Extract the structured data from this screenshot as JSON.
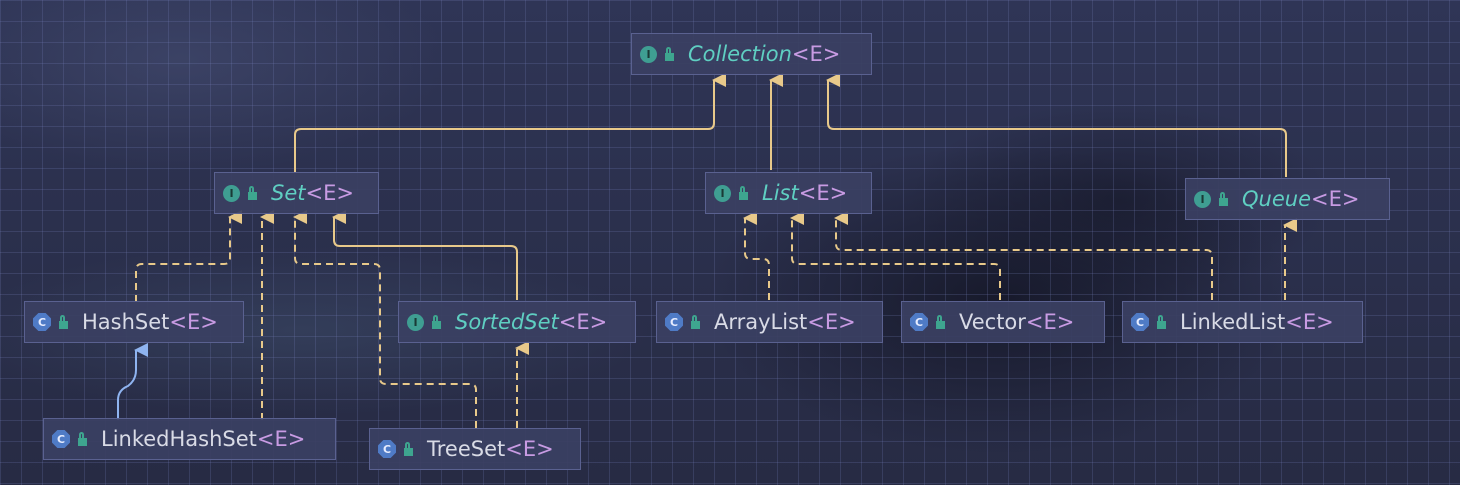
{
  "diagram": {
    "nodes": [
      {
        "id": "collection",
        "name": "Collection",
        "generic": "<E>",
        "kind": "interface",
        "kind_letter": "I"
      },
      {
        "id": "set",
        "name": "Set",
        "generic": "<E>",
        "kind": "interface",
        "kind_letter": "I"
      },
      {
        "id": "list",
        "name": "List",
        "generic": "<E>",
        "kind": "interface",
        "kind_letter": "I"
      },
      {
        "id": "queue",
        "name": "Queue",
        "generic": "<E>",
        "kind": "interface",
        "kind_letter": "I"
      },
      {
        "id": "hashset",
        "name": "HashSet",
        "generic": "<E>",
        "kind": "class",
        "kind_letter": "C"
      },
      {
        "id": "sortedset",
        "name": "SortedSet",
        "generic": "<E>",
        "kind": "interface",
        "kind_letter": "I"
      },
      {
        "id": "arraylist",
        "name": "ArrayList",
        "generic": "<E>",
        "kind": "class",
        "kind_letter": "C"
      },
      {
        "id": "vector",
        "name": "Vector",
        "generic": "<E>",
        "kind": "class",
        "kind_letter": "C"
      },
      {
        "id": "linkedlist",
        "name": "LinkedList",
        "generic": "<E>",
        "kind": "class",
        "kind_letter": "C"
      },
      {
        "id": "linkedhashset",
        "name": "LinkedHashSet",
        "generic": "<E>",
        "kind": "class",
        "kind_letter": "C"
      },
      {
        "id": "treeset",
        "name": "TreeSet",
        "generic": "<E>",
        "kind": "class",
        "kind_letter": "C"
      }
    ],
    "edges": [
      {
        "from": "set",
        "to": "collection",
        "type": "extends"
      },
      {
        "from": "list",
        "to": "collection",
        "type": "extends"
      },
      {
        "from": "queue",
        "to": "collection",
        "type": "extends"
      },
      {
        "from": "hashset",
        "to": "set",
        "type": "implements"
      },
      {
        "from": "linkedhashset",
        "to": "set",
        "type": "implements"
      },
      {
        "from": "treeset",
        "to": "set",
        "type": "implements"
      },
      {
        "from": "sortedset",
        "to": "set",
        "type": "extends"
      },
      {
        "from": "treeset",
        "to": "sortedset",
        "type": "implements"
      },
      {
        "from": "linkedhashset",
        "to": "hashset",
        "type": "class-extends"
      },
      {
        "from": "arraylist",
        "to": "list",
        "type": "implements"
      },
      {
        "from": "vector",
        "to": "list",
        "type": "implements"
      },
      {
        "from": "linkedlist",
        "to": "list",
        "type": "implements"
      },
      {
        "from": "linkedlist",
        "to": "queue",
        "type": "implements"
      }
    ]
  },
  "colors": {
    "interface_icon": "#3f9e92",
    "class_icon": "#4f7bc6",
    "interface_name": "#5fcfc2",
    "generic": "#c89be3",
    "edge": "#e8c98a",
    "class_edge": "#8fb4f0"
  }
}
